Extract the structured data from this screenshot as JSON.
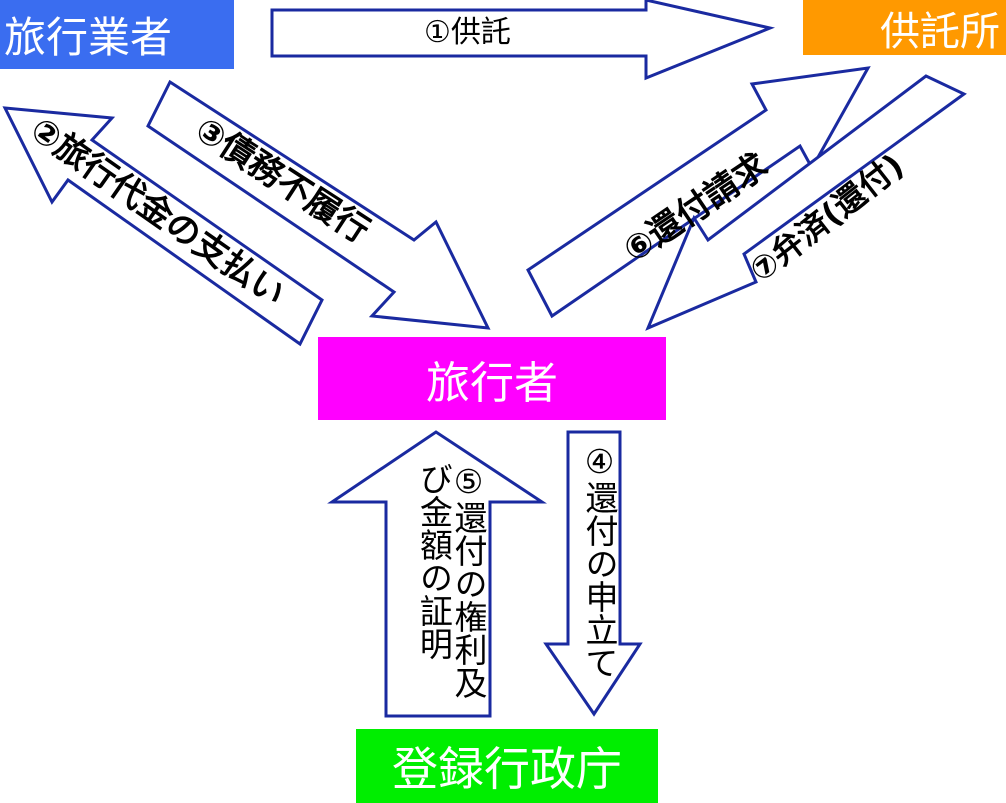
{
  "nodes": {
    "agency": "旅行業者",
    "deposit_office": "供託所",
    "traveler": "旅行者",
    "registration_authority": "登録行政庁"
  },
  "arrows": {
    "a1": "①供託",
    "a2": "②旅行代金の支払い",
    "a3": "③債務不履行",
    "a4": "④還付の申立て",
    "a5": "⑤還付の権利及び金額の証明",
    "a6": "⑥還付請求",
    "a7": "⑦弁済(還付)"
  },
  "colors": {
    "agency": "#3a6df0",
    "deposit_office": "#ff9900",
    "traveler": "#ff00ff",
    "registration_authority": "#00ee00",
    "arrow_stroke": "#1a2aa0"
  }
}
